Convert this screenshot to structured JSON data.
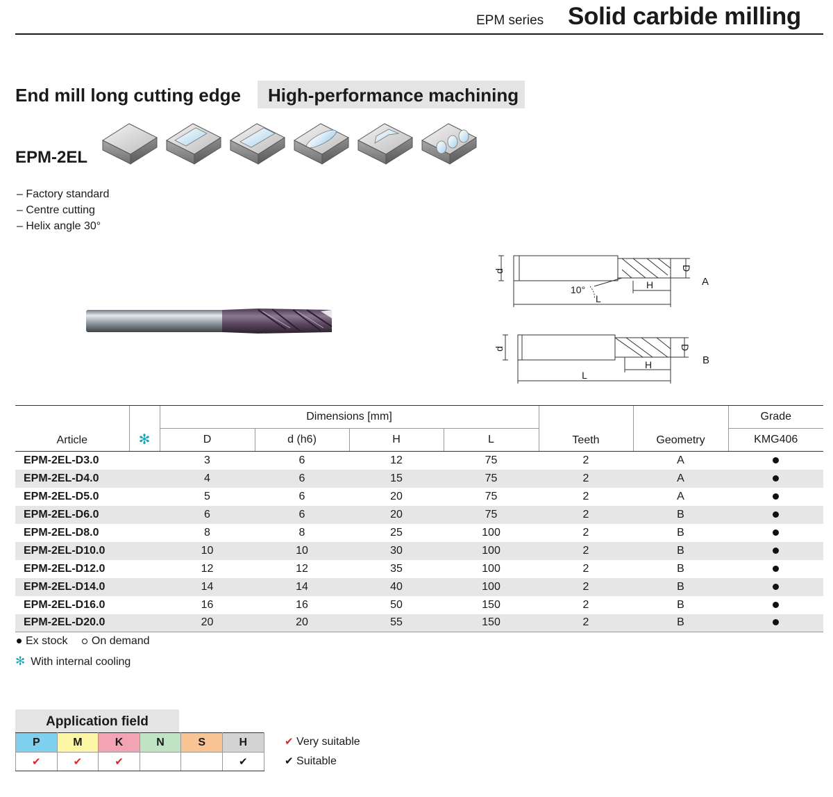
{
  "header": {
    "series": "EPM series",
    "title": "Solid carbide milling"
  },
  "subtitle": "End mill long cutting edge",
  "highlight": "High-performance machining",
  "product": "EPM-2EL",
  "features": [
    "– Factory standard",
    "– Centre cutting",
    "– Helix angle 30°"
  ],
  "diagram": {
    "a": {
      "label": "A",
      "d": "d",
      "D": "D",
      "H": "H",
      "L": "L",
      "angle": "10°"
    },
    "b": {
      "label": "B",
      "d": "d",
      "D": "D",
      "H": "H",
      "L": "L"
    }
  },
  "table": {
    "headers": {
      "article": "Article",
      "cooling_icon": "snowflake-icon",
      "dimensions": "Dimensions [mm]",
      "D": "D",
      "d": "d (h6)",
      "H": "H",
      "L": "L",
      "teeth": "Teeth",
      "geometry": "Geometry",
      "grade": "Grade",
      "grade_name": "KMG406"
    },
    "rows": [
      {
        "article": "EPM-2EL-D3.0",
        "D": "3",
        "d": "6",
        "H": "12",
        "L": "75",
        "teeth": "2",
        "geometry": "A",
        "grade": "ex-stock"
      },
      {
        "article": "EPM-2EL-D4.0",
        "D": "4",
        "d": "6",
        "H": "15",
        "L": "75",
        "teeth": "2",
        "geometry": "A",
        "grade": "ex-stock"
      },
      {
        "article": "EPM-2EL-D5.0",
        "D": "5",
        "d": "6",
        "H": "20",
        "L": "75",
        "teeth": "2",
        "geometry": "A",
        "grade": "ex-stock"
      },
      {
        "article": "EPM-2EL-D6.0",
        "D": "6",
        "d": "6",
        "H": "20",
        "L": "75",
        "teeth": "2",
        "geometry": "B",
        "grade": "ex-stock"
      },
      {
        "article": "EPM-2EL-D8.0",
        "D": "8",
        "d": "8",
        "H": "25",
        "L": "100",
        "teeth": "2",
        "geometry": "B",
        "grade": "ex-stock"
      },
      {
        "article": "EPM-2EL-D10.0",
        "D": "10",
        "d": "10",
        "H": "30",
        "L": "100",
        "teeth": "2",
        "geometry": "B",
        "grade": "ex-stock"
      },
      {
        "article": "EPM-2EL-D12.0",
        "D": "12",
        "d": "12",
        "H": "35",
        "L": "100",
        "teeth": "2",
        "geometry": "B",
        "grade": "ex-stock"
      },
      {
        "article": "EPM-2EL-D14.0",
        "D": "14",
        "d": "14",
        "H": "40",
        "L": "100",
        "teeth": "2",
        "geometry": "B",
        "grade": "ex-stock"
      },
      {
        "article": "EPM-2EL-D16.0",
        "D": "16",
        "d": "16",
        "H": "50",
        "L": "150",
        "teeth": "2",
        "geometry": "B",
        "grade": "ex-stock"
      },
      {
        "article": "EPM-2EL-D20.0",
        "D": "20",
        "d": "20",
        "H": "55",
        "L": "150",
        "teeth": "2",
        "geometry": "B",
        "grade": "ex-stock"
      }
    ]
  },
  "legend": {
    "ex_stock": "Ex stock",
    "on_demand": "On demand",
    "cooling": "With internal cooling"
  },
  "application": {
    "title": "Application field",
    "materials": [
      {
        "code": "P",
        "color": "#7fd0ef",
        "rating": "very-suitable"
      },
      {
        "code": "M",
        "color": "#fdf6a5",
        "rating": "very-suitable"
      },
      {
        "code": "K",
        "color": "#f3a4b4",
        "rating": "very-suitable"
      },
      {
        "code": "N",
        "color": "#bfe3c3",
        "rating": ""
      },
      {
        "code": "S",
        "color": "#f8c494",
        "rating": ""
      },
      {
        "code": "H",
        "color": "#d3d3d3",
        "rating": "suitable"
      }
    ],
    "very_suitable": "Very suitable",
    "suitable": "Suitable"
  },
  "colors": {
    "accent_red": "#d6282c",
    "cooling": "#1aa7b5",
    "stripe": "#e6e6e6",
    "tool_coating": "#5e4a63"
  }
}
